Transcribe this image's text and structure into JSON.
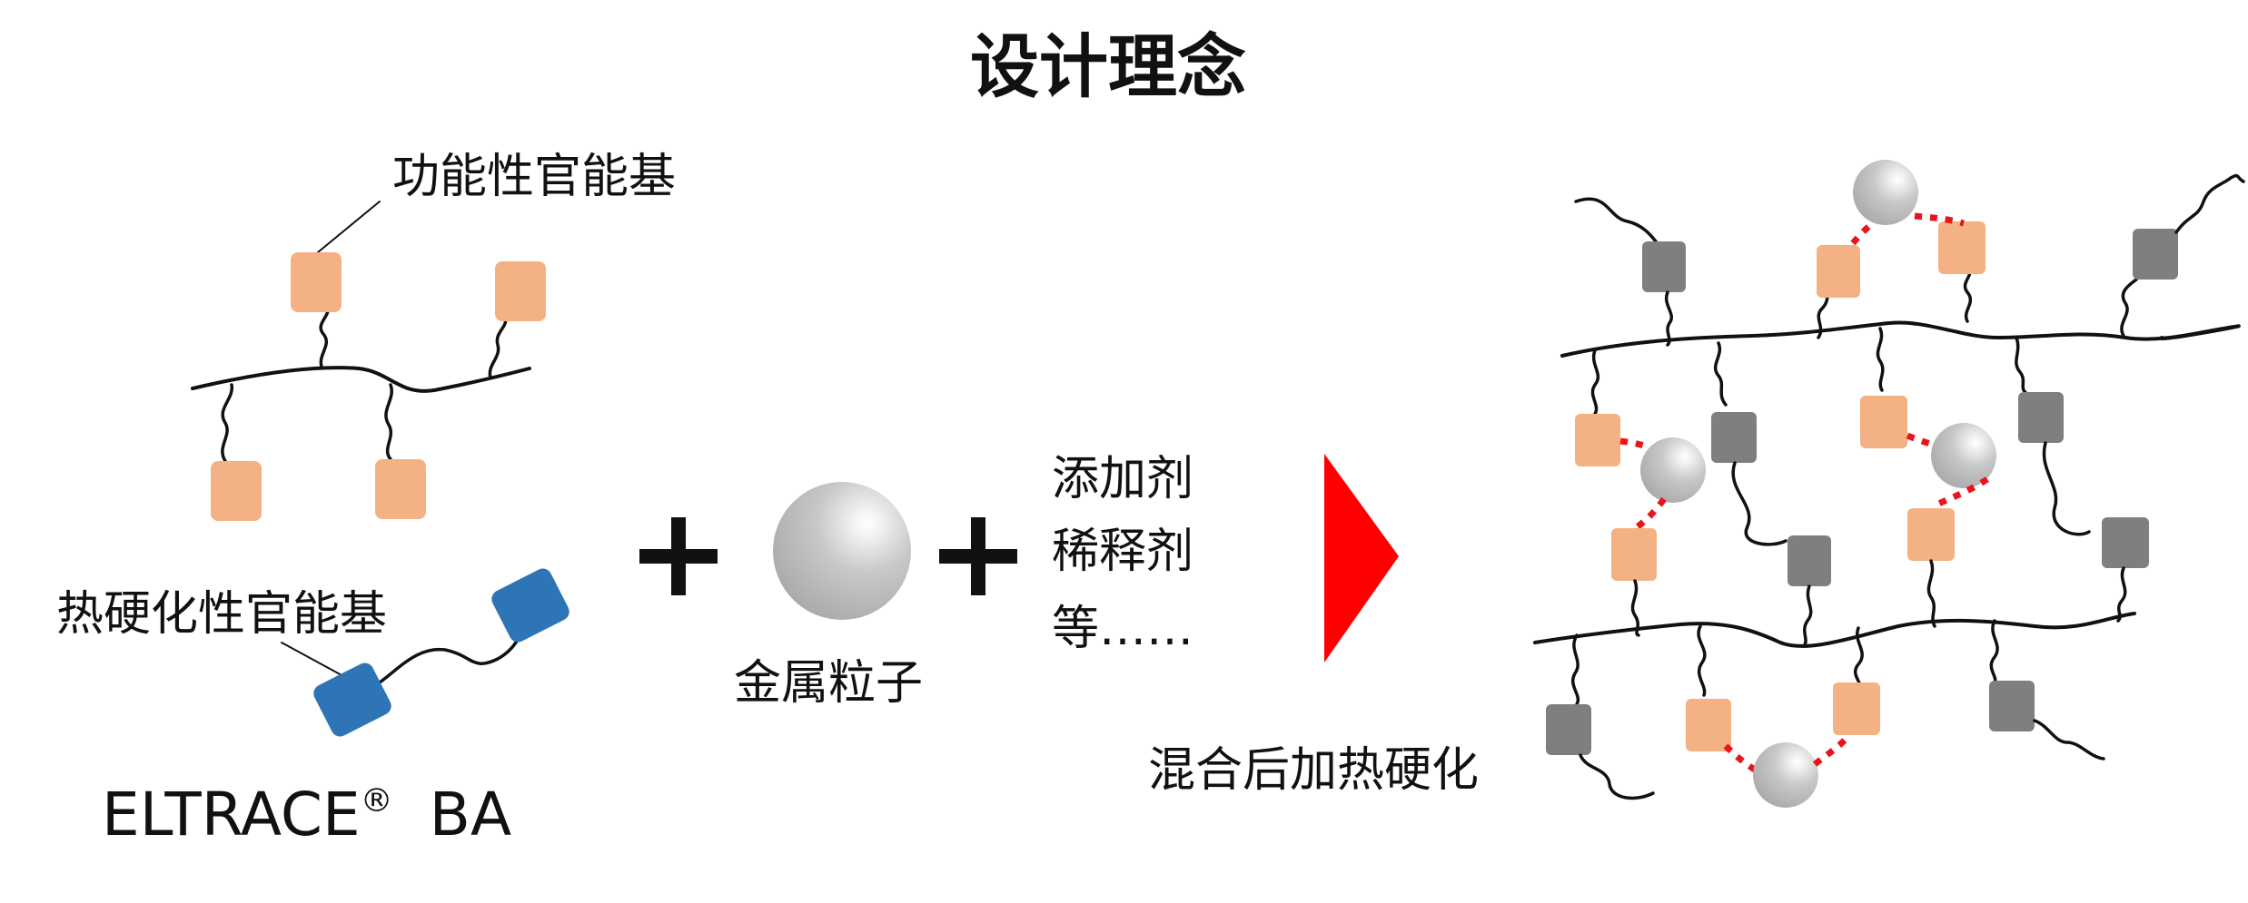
{
  "title": "设计理念",
  "labels": {
    "functional_group": "功能性官能基",
    "thermosetting_group": "热硬化性官能基",
    "brand_name": "ELTRACE",
    "brand_mark": "®",
    "brand_suffix": "BA",
    "metal_particle": "金属粒子",
    "additive_line1": "添加剂",
    "additive_line2": "稀释剂",
    "additive_line3": "等……",
    "result": "混合后加热硬化"
  },
  "colors": {
    "functional_group": "#f4b183",
    "thermosetting_group": "#2e75b6",
    "cured_group": "#7f7f7f",
    "metal_particle": "#bfbfbf",
    "bond": "#e8141c",
    "arrow": "#ff0000",
    "chain": "#111111"
  },
  "icons": {
    "plus": "plus-icon",
    "arrow": "red-triangle-arrow-icon"
  }
}
